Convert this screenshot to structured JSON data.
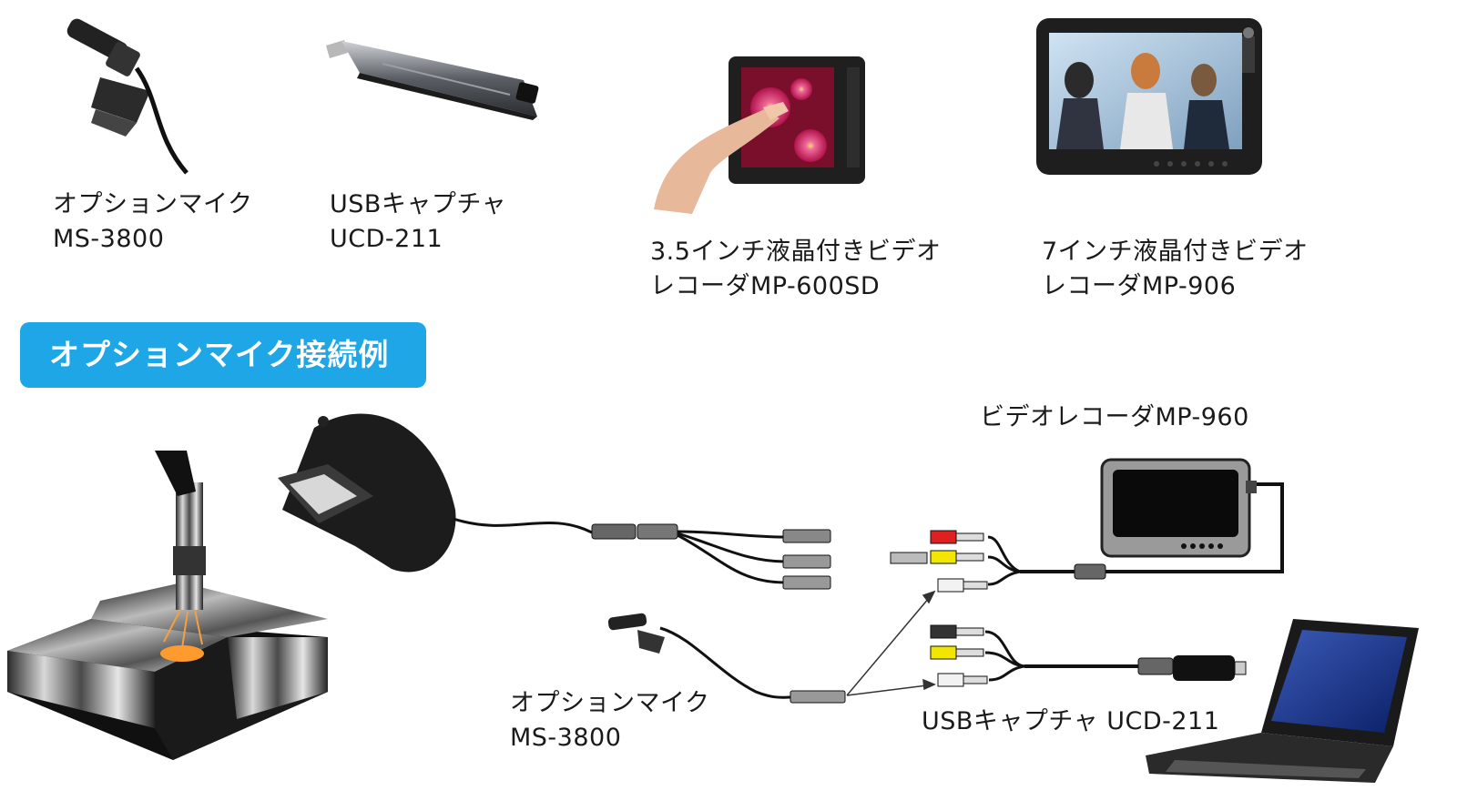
{
  "products": [
    {
      "name": "オプションマイク",
      "model": "MS-3800",
      "icon": "lavalier-mic-photo"
    },
    {
      "name": "USBキャプチャ",
      "model": "UCD-211",
      "icon": "usb-capture-stick-photo"
    },
    {
      "name": "3.5インチ液晶付きビデオ",
      "model": "レコーダMP-600SD",
      "icon": "handheld-recorder-photo"
    },
    {
      "name": "7インチ液晶付きビデオ",
      "model": "レコーダMP-906",
      "icon": "tablet-recorder-photo"
    }
  ],
  "section_title": "オプションマイク接続例",
  "diagram": {
    "recorder_label": "ビデオレコーダMP-960",
    "mic_name": "オプションマイク",
    "mic_model": "MS-3800",
    "usb_label": "USBキャプチャ UCD-211"
  },
  "colors": {
    "banner": "#1fa6e6",
    "rca_red": "#e02020",
    "rca_yellow": "#f2e600",
    "rca_white": "#f2f2f2"
  }
}
